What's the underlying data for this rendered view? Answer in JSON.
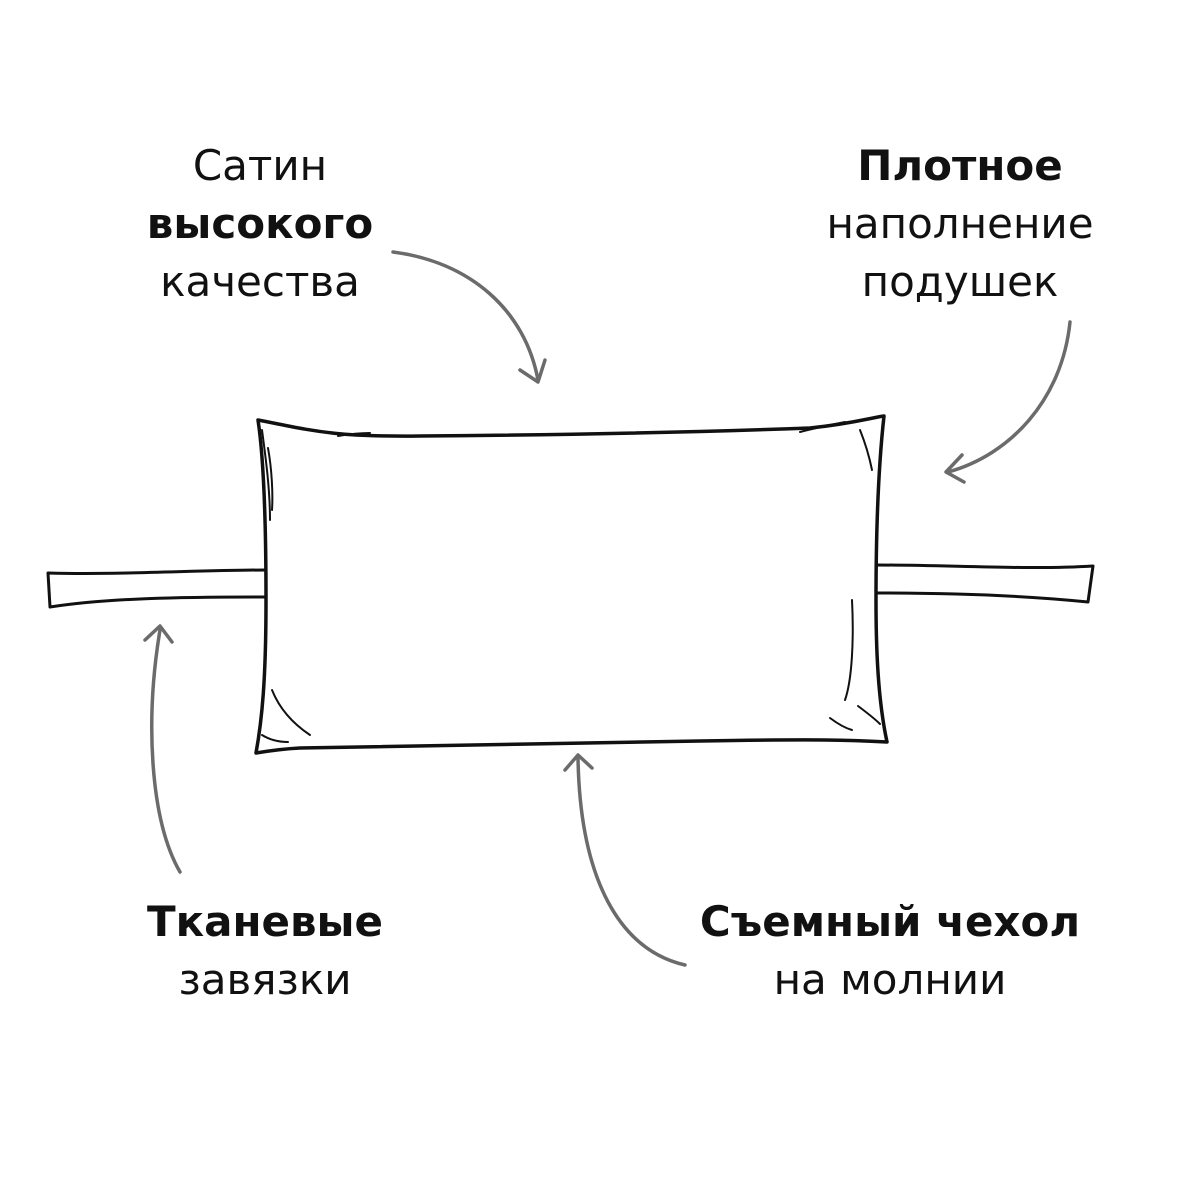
{
  "callouts": {
    "satin": {
      "line1": "Сатин",
      "line2": "высокого",
      "line3": "качества"
    },
    "filling": {
      "line1": "Плотное",
      "line2": "наполнение",
      "line3": "подушек"
    },
    "ties": {
      "line1": "Тканевые",
      "line2": "завязки"
    },
    "cover": {
      "line1": "Съемный чехол",
      "line2": "на молнии"
    }
  },
  "colors": {
    "text": "#111111",
    "outline": "#111111",
    "arrow": "#6b6b6b",
    "background": "#ffffff"
  }
}
